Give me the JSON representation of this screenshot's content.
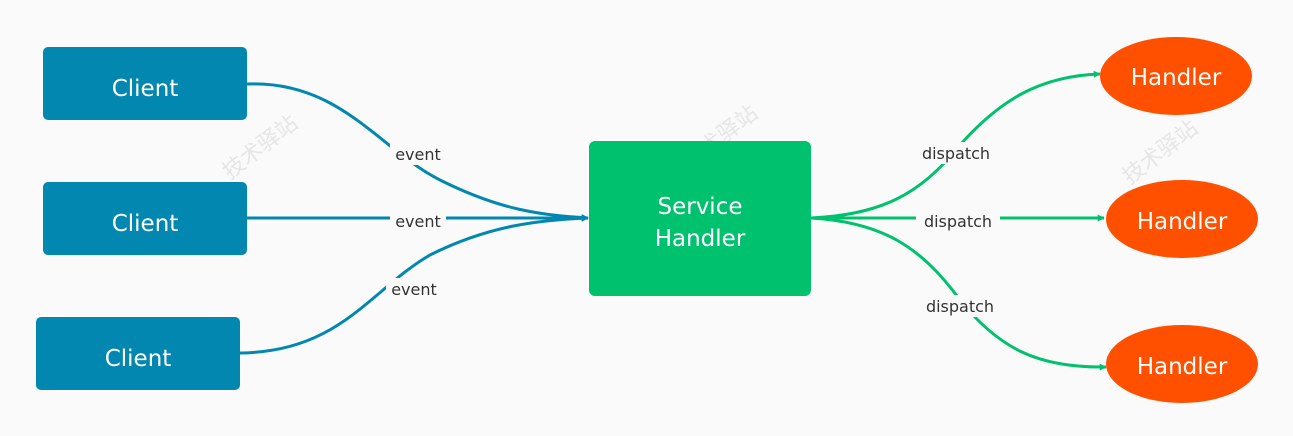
{
  "colors": {
    "background": "#fafafa",
    "client": "#0287b0",
    "service": "#00c16e",
    "handler": "#ff5000",
    "event_edge": "#0288b0",
    "dispatch_edge": "#00c16e",
    "label_text": "#333333",
    "node_text": "#ffffff"
  },
  "clients": [
    {
      "label": "Client"
    },
    {
      "label": "Client"
    },
    {
      "label": "Client"
    }
  ],
  "service": {
    "line1": "Service",
    "line2": "Handler"
  },
  "handlers": [
    {
      "label": "Handler"
    },
    {
      "label": "Handler"
    },
    {
      "label": "Handler"
    }
  ],
  "edges": {
    "event_label": "event",
    "dispatch_label": "dispatch"
  },
  "watermark": {
    "text": "技术驿站",
    "note": "faint diagonal watermark repeated across the canvas"
  }
}
